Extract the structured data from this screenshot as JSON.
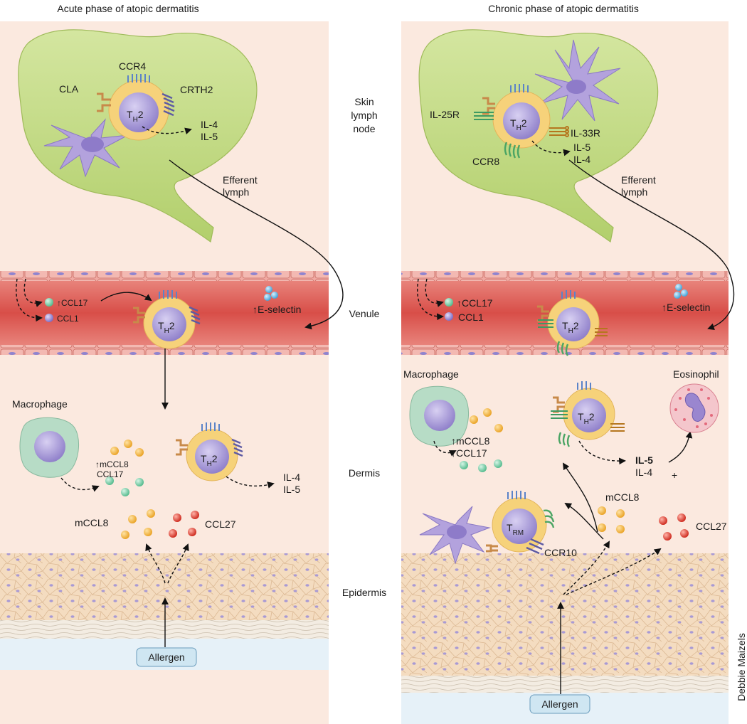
{
  "panels": {
    "acute": {
      "title": "Acute phase of atopic dermatitis",
      "node": {
        "cla": "CLA",
        "ccr4": "CCR4",
        "crth2": "CRTH2",
        "th2_main": "T",
        "th2_sub": "H",
        "th2_end": "2",
        "il4": "IL-4",
        "il5": "IL-5"
      },
      "efferent": [
        "Efferent",
        "lymph"
      ],
      "venule": {
        "ccl17": "CCL17",
        "ccl1": "CCL1",
        "eselectin": "E-selectin",
        "th2_main": "T",
        "th2_sub": "H",
        "th2_end": "2"
      },
      "dermis": {
        "macrophage": "Macrophage",
        "mccl8": "mCCL8",
        "ccl17": "CCL17",
        "th2_main": "T",
        "th2_sub": "H",
        "th2_end": "2",
        "il4": "IL-4",
        "il5": "IL-5",
        "mccl8b": "mCCL8",
        "ccl27": "CCL27"
      },
      "allergen": "Allergen"
    },
    "chronic": {
      "title": "Chronic phase of atopic dermatitis",
      "node": {
        "il25r": "IL-25R",
        "il33r": "IL-33R",
        "ccr8": "CCR8",
        "th2_main": "T",
        "th2_sub": "H",
        "th2_end": "2",
        "il5": "IL-5",
        "il4": "IL-4"
      },
      "efferent": [
        "Efferent",
        "lymph"
      ],
      "venule": {
        "ccl17": "CCL17",
        "ccl1": "CCL1",
        "eselectin": "E-selectin",
        "th2_main": "T",
        "th2_sub": "H",
        "th2_end": "2"
      },
      "dermis": {
        "macrophage": "Macrophage",
        "eosinophil": "Eosinophil",
        "mccl8": "mCCL8",
        "ccl17": "CCL17",
        "th2_main": "T",
        "th2_sub": "H",
        "th2_end": "2",
        "il5": "IL-5",
        "il4": "IL-4",
        "plus": "+",
        "trm_main": "T",
        "trm_sub": "RM",
        "ccr10": "CCR10",
        "mccl8b": "mCCL8",
        "ccl27": "CCL27"
      },
      "allergen": "Allergen"
    }
  },
  "center_labels": {
    "skin_lymph_node": [
      "Skin",
      "lymph",
      "node"
    ],
    "venule": "Venule",
    "dermis": "Dermis",
    "epidermis": "Epidermis"
  },
  "credit": "Debbie Maizels",
  "colors": {
    "tissue": "#fbe9df",
    "lymph_node": "#c5dc84",
    "vessel": "#e06a62",
    "epidermis": "#f2d6b4",
    "th2_outer": "#f5cf6e",
    "th2_inner": "#a89ad6",
    "macrophage": "#b7dcc6",
    "chemokine_orange": "#f2b13c",
    "chemokine_green": "#7ccfa8",
    "chemokine_red": "#e2392a",
    "eselectin": "#55b6e6",
    "allergen_box": "#cfe6f2"
  }
}
